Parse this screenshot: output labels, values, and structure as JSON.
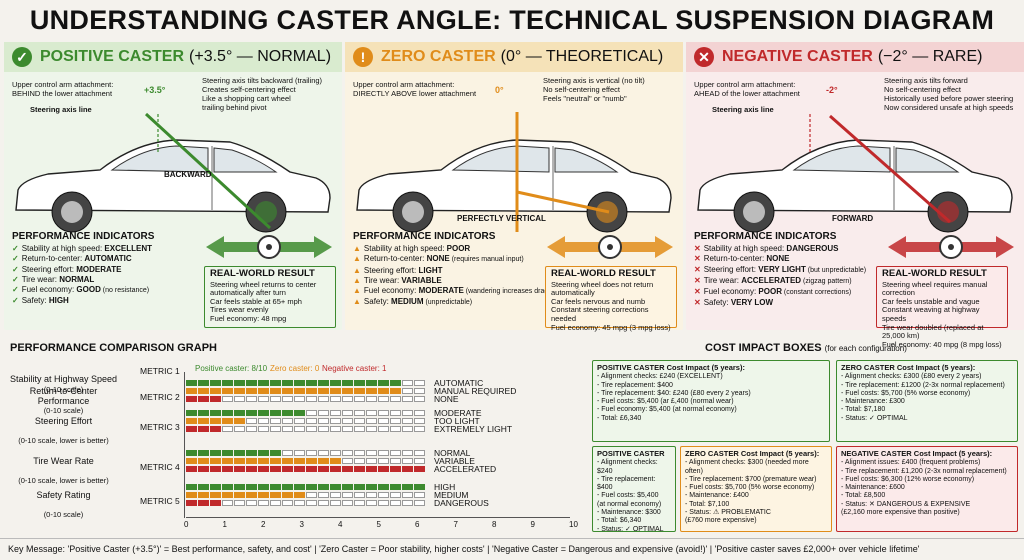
{
  "title": "UNDERSTANDING CASTER ANGLE: TECHNICAL SUSPENSION DIAGRAM",
  "colors": {
    "positive": "#3c8a2e",
    "zero": "#e08c1a",
    "negative": "#c0292b"
  },
  "panels": [
    {
      "icon": "check-icon",
      "name": "POSITIVE CASTER",
      "detail": "(+3.5° — NORMAL)",
      "attach": "Upper control arm attachment:\nBEHIND the lower attachment",
      "axis_line": "Steering axis line",
      "angle": "+3.5°",
      "notes": "Steering axis tilts backward (trailing)\nCreates self-centering effect\nLike a shopping cart wheel\ntrailing behind pivot",
      "direction": "BACKWARD",
      "pi_title": "PERFORMANCE INDICATORS",
      "pi": [
        {
          "k": "Stability at high speed:",
          "v": "EXCELLENT",
          "x": ""
        },
        {
          "k": "Return-to-center:",
          "v": "AUTOMATIC",
          "x": ""
        },
        {
          "k": "Steering effort:",
          "v": "MODERATE",
          "x": ""
        },
        {
          "k": "Tire wear:",
          "v": "NORMAL",
          "x": ""
        },
        {
          "k": "Fuel economy:",
          "v": "GOOD",
          "x": "(no resistance)"
        },
        {
          "k": "Safety:",
          "v": "HIGH",
          "x": ""
        }
      ],
      "rw_title": "REAL-WORLD RESULT",
      "rw": "Steering wheel returns to center\nautomatically after turn\nCar feels stable at 65+ mph\nTires wear evenly\nFuel economy: 48 mpg"
    },
    {
      "icon": "warning-icon",
      "name": "ZERO CASTER",
      "detail": "(0° — THEORETICAL)",
      "attach": "Upper control arm attachment:\nDIRECTLY ABOVE lower attachment",
      "axis_line": "",
      "angle": "0°",
      "notes": "Steering axis is vertical (no tilt)\nNo self-centering effect\nFeels \"neutral\" or \"numb\"",
      "direction": "PERFECTLY VERTICAL",
      "pi_title": "PERFORMANCE INDICATORS",
      "pi": [
        {
          "k": "Stability at high speed:",
          "v": "POOR",
          "x": ""
        },
        {
          "k": "Return-to-center:",
          "v": "NONE",
          "x": "(requires manual input)"
        },
        {
          "k": "Steering effort:",
          "v": "LIGHT",
          "x": ""
        },
        {
          "k": "Tire wear:",
          "v": "VARIABLE",
          "x": ""
        },
        {
          "k": "Fuel economy:",
          "v": "MODERATE",
          "x": "(wandering increases drag)"
        },
        {
          "k": "Safety:",
          "v": "MEDIUM",
          "x": "(unpredictable)"
        }
      ],
      "rw_title": "REAL-WORLD RESULT",
      "rw": "Steering wheel does not return\nautomatically\nCar feels nervous and numb\nConstant steering corrections needed\nFuel economy: 45 mpg (3 mpg loss)"
    },
    {
      "icon": "x-icon",
      "name": "NEGATIVE CASTER",
      "detail": "(−2° — RARE)",
      "attach": "Upper control arm attachment:\nAHEAD of the lower attachment",
      "axis_line": "Steering axis line",
      "angle": "-2°",
      "notes": "Steering axis tilts forward\nNo self-centering effect\nHistorically used before power steering\nNow considered unsafe at high speeds",
      "direction": "FORWARD",
      "pi_title": "PERFORMANCE INDICATORS",
      "pi": [
        {
          "k": "Stability at high speed:",
          "v": "DANGEROUS",
          "x": ""
        },
        {
          "k": "Return-to-center:",
          "v": "NONE",
          "x": ""
        },
        {
          "k": "Steering effort:",
          "v": "VERY LIGHT",
          "x": "(but unpredictable)"
        },
        {
          "k": "Tire wear:",
          "v": "ACCELERATED",
          "x": "(zigzag pattern)"
        },
        {
          "k": "Fuel economy:",
          "v": "POOR",
          "x": "(constant corrections)"
        },
        {
          "k": "Safety:",
          "v": "VERY LOW",
          "x": ""
        }
      ],
      "rw_title": "REAL-WORLD RESULT",
      "rw": "Steering wheel requires manual correction\nCar feels unstable and vague\nConstant weaving at highway speeds\nTire wear doubled (replaced at 25,000 km)\nFuel economy: 40 mpg (8 mpg loss)"
    }
  ],
  "graph": {
    "title": "PERFORMANCE COMPARISON GRAPH",
    "legend": [
      "Positive caster: 8/10",
      "Zero caster: 0",
      "Negative caster: 1"
    ],
    "ticks": [
      "0",
      "1",
      "2",
      "3",
      "4",
      "5",
      "6",
      "7",
      "8",
      "9",
      "10"
    ],
    "metrics": [
      {
        "tag": "METRIC 1",
        "name": "Stability at Highway Speed",
        "sub": "(0-10 scale)",
        "values": [],
        "labels": []
      },
      {
        "tag": "METRIC 2",
        "name": "Return-to-Center\nPerformance",
        "sub": "(0-10 scale)",
        "values": [
          7,
          7,
          1
        ],
        "labels": [
          "AUTOMATIC",
          "MANUAL REQUIRED",
          "NONE"
        ]
      },
      {
        "tag": "METRIC 3",
        "name": "Steering Effort",
        "sub": "(0-10 scale, lower is better)",
        "values": [
          4,
          2,
          1
        ],
        "labels": [
          "MODERATE",
          "TOO LIGHT",
          "EXTREMELY LIGHT"
        ]
      },
      {
        "tag": "METRIC 4",
        "name": "Tire Wear Rate",
        "sub": "(0-10 scale, lower is better)",
        "values": [
          3,
          5,
          8
        ],
        "labels": [
          "NORMAL",
          "VARIABLE",
          "ACCELERATED"
        ]
      },
      {
        "tag": "METRIC 5",
        "name": "Safety Rating",
        "sub": "(0-10 scale)",
        "values": [
          8,
          4,
          1
        ],
        "labels": [
          "HIGH",
          "MEDIUM",
          "DANGEROUS"
        ]
      }
    ]
  },
  "costs": {
    "title": "COST IMPACT BOXES",
    "subtitle": "(for each configuration)",
    "boxes": [
      {
        "h": "POSITIVE CASTER Cost Impact (5 years):",
        "t": "- Alignment checks: £240 (EXCELLENT)\n- Tire replacement: $400\n- Tire replacement: $40: £240 (£80 every 2 years)\n- Fuel costs: $5,400 (ar £,400 (normal wear)\n- Fuel economy: $5,400 (at normal economy)\n- Total: £6,340"
      },
      {
        "h": "ZERO CASTER Cost Impact (5 years):",
        "t": "- Alignment checks: £300 (£80 every 2 years)\n- Tire replacement: £1200 (2-3x normal replacement)\n- Fuel costs: $5,700 (5% worse economy)\n- Maintenance: £300\n- Total: $7,180\n- Status: ✓ OPTIMAL"
      },
      {
        "h": "POSITIVE CASTER",
        "t": "- Alignment checks: $240\n- Tire replacement: $400\n- Fuel costs: $5,400\n  (at normal economy)\n- Maintenance: $300\n- Total: $6,340\n- Status: ✓ OPTIMAL"
      },
      {
        "h": "ZERO CASTER Cost Impact (5 years):",
        "t": "- Alignment checks: $300 (needed more often)\n- Tire replacement: $700 (premature wear)\n- Fuel costs: $5,700 (5% worse economy)\n- Maintenance: £400\n- Total: $7,100\n- Status: ⚠ PROBLEMATIC\n  (£760 more expensive)"
      },
      {
        "h": "NEGATIVE CASTER Cost Impact (5 years):",
        "t": "- Alignment issues: £400 (frequent problems)\n- Tire replacement: £1,200 (2-3x normal replacement)\n- Fuel costs: $6,300 (12% worse economy)\n- Maintenance: £600\n- Total: £8,500\n- Status: ✕ DANGEROUS & EXPENSIVE\n  (£2,160 more expensive than positive)"
      }
    ]
  },
  "footer": "Key Message: 'Positive Caster (+3.5°)' = Best performance, safety, and cost' | 'Zero Caster = Poor stability, higher costs' | 'Negative Caster = Dangerous and expensive (avoid!)' | 'Positive caster saves £2,000+ over vehicle lifetime'"
}
